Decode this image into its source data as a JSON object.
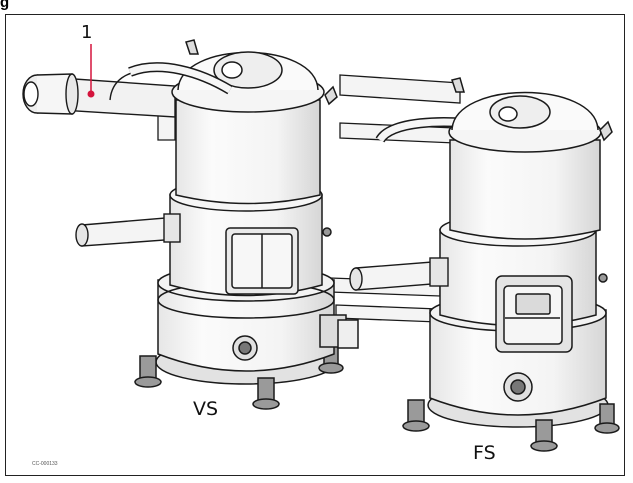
{
  "figure": {
    "header_fragment": "g",
    "callout_number": "1",
    "left_compressor_label": "VS",
    "right_compressor_label": "FS",
    "image_code": "CC-000133"
  },
  "colors": {
    "outline": "#1a1a1a",
    "body_fill": "#f7f7f7",
    "shade": "#d9d9d9",
    "callout": "#d4143c"
  },
  "icons": {
    "leader": "red-leader-line",
    "target": "red-dot"
  }
}
